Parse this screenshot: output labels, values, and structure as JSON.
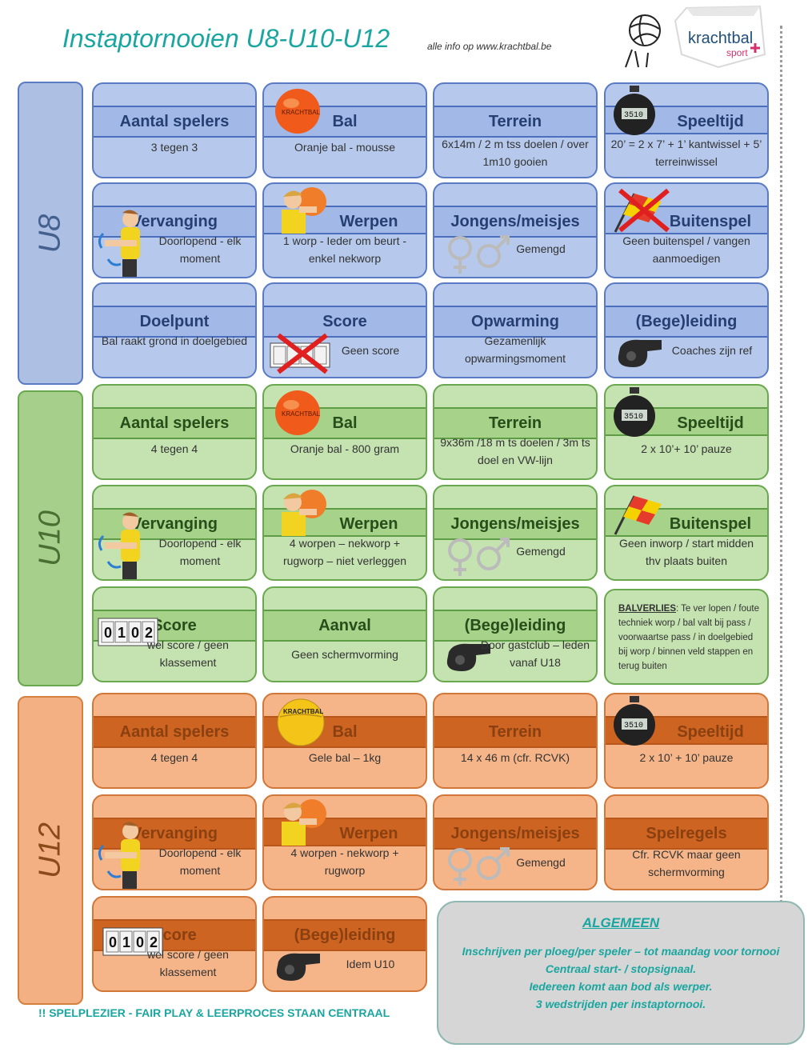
{
  "header": {
    "title": "Instaptornooien U8-U10-U12",
    "subtitle": "alle info op www.krachtbal.be",
    "logo_text": "krachtbal",
    "logo_sub": "sport"
  },
  "colors": {
    "teal": "#1aa6a0",
    "blue": "#b6c9ec",
    "green": "#c5e2b1",
    "orange": "#f6b589"
  },
  "age_groups": {
    "u8": "U8",
    "u10": "U10",
    "u12": "U12"
  },
  "u8": {
    "aantal": {
      "title": "Aantal spelers",
      "text": "3 tegen 3"
    },
    "bal": {
      "title": "Bal",
      "text": "Oranje bal  - mousse",
      "icon": "orange-ball-icon"
    },
    "terrein": {
      "title": "Terrein",
      "text": "6x14m / 2 m tss doelen / over 1m10 gooien"
    },
    "speeltijd": {
      "title": "Speeltijd",
      "text": "20’ = 2 x 7’ + 1’ kantwissel + 5’ terreinwissel",
      "icon": "stopwatch-icon"
    },
    "vervanging": {
      "title": "Vervanging",
      "text": "Doorlopend - elk moment",
      "icon": "referee-icon"
    },
    "werpen": {
      "title": "Werpen",
      "text": "1 worp - Ieder om beurt -  enkel nekworp",
      "icon": "thrower-icon"
    },
    "jongens": {
      "title": "Jongens/meisjes",
      "text": "Gemengd",
      "icon": "gender-icon"
    },
    "buitenspel": {
      "title": "Buitenspel",
      "text": "Geen buitenspel / vangen aanmoedigen",
      "icon": "crossed-flag-icon"
    },
    "doelpunt": {
      "title": "Doelpunt",
      "text": "Bal raakt grond in doelgebied"
    },
    "score": {
      "title": "Score",
      "text": "Geen score",
      "icon": "crossed-scoreboard-icon"
    },
    "opwarming": {
      "title": "Opwarming",
      "text": "Gezamenlijk opwarmingsmoment"
    },
    "begeleiding": {
      "title": "(Bege)leiding",
      "text": "Coaches zijn ref",
      "icon": "whistle-icon"
    }
  },
  "u10": {
    "aantal": {
      "title": "Aantal spelers",
      "text": "4 tegen 4"
    },
    "bal": {
      "title": "Bal",
      "text": "Oranje bal  - 800 gram"
    },
    "terrein": {
      "title": "Terrein",
      "text": "9x36m /18 m ts doelen / 3m ts doel en VW-lijn"
    },
    "speeltijd": {
      "title": "Speeltijd",
      "text": "2 x 10’+ 10’ pauze"
    },
    "vervanging": {
      "title": "Vervanging",
      "text": "Doorlopend - elk moment"
    },
    "werpen": {
      "title": "Werpen",
      "text": "4 worpen – nekworp + rugworp – niet verleggen"
    },
    "jongens": {
      "title": "Jongens/meisjes",
      "text": "Gemengd"
    },
    "buitenspel": {
      "title": "Buitenspel",
      "text": "Geen inworp / start midden thv plaats buiten",
      "icon": "flag-icon"
    },
    "score": {
      "title": "Score",
      "text": "wel score / geen klassement",
      "icon": "scoreboard-icon",
      "digits": [
        "0",
        "1",
        "0",
        "2"
      ]
    },
    "aanval": {
      "title": "Aanval",
      "text": "Geen schermvorming"
    },
    "begeleiding": {
      "title": "(Bege)leiding",
      "text": "Door gastclub – leden vanaf U18"
    },
    "balverlies": {
      "label": "BALVERLIES",
      "text": ": Te ver lopen / foute techniek worp /  bal valt bij pass / voorwaartse pass / in doelgebied bij worp / binnen veld stappen en terug buiten"
    }
  },
  "u12": {
    "aantal": {
      "title": "Aantal spelers",
      "text": "4 tegen 4"
    },
    "bal": {
      "title": "Bal",
      "text": "Gele bal – 1kg",
      "icon": "yellow-ball-icon",
      "ball_label": "KRACHTBAL"
    },
    "terrein": {
      "title": "Terrein",
      "text": "14 x 46 m (cfr. RCVK)"
    },
    "speeltijd": {
      "title": "Speeltijd",
      "text": "2 x 10’ + 10’ pauze"
    },
    "vervanging": {
      "title": "Vervanging",
      "text": "Doorlopend - elk moment"
    },
    "werpen": {
      "title": "Werpen",
      "text": "4 worpen  - nekworp + rugworp"
    },
    "jongens": {
      "title": "Jongens/meisjes",
      "text": "Gemengd"
    },
    "spelregels": {
      "title": "Spelregels",
      "text": "Cfr. RCVK maar geen schermvorming"
    },
    "score": {
      "title": "Score",
      "text": "wel score / geen klassement"
    },
    "begeleiding": {
      "title": "(Bege)leiding",
      "text": "Idem U10"
    }
  },
  "algemeen": {
    "title": "ALGEMEEN",
    "lines": [
      "Inschrijven per ploeg/per speler – tot maandag voor tornooi",
      "Centraal start- / stopsignaal.",
      "Iedereen komt aan bod als werper.",
      "3 wedstrijden per instaptornooi."
    ]
  },
  "footer": "!! SPELPLEZIER  - FAIR PLAY & LEERPROCES STAAN CENTRAAL"
}
